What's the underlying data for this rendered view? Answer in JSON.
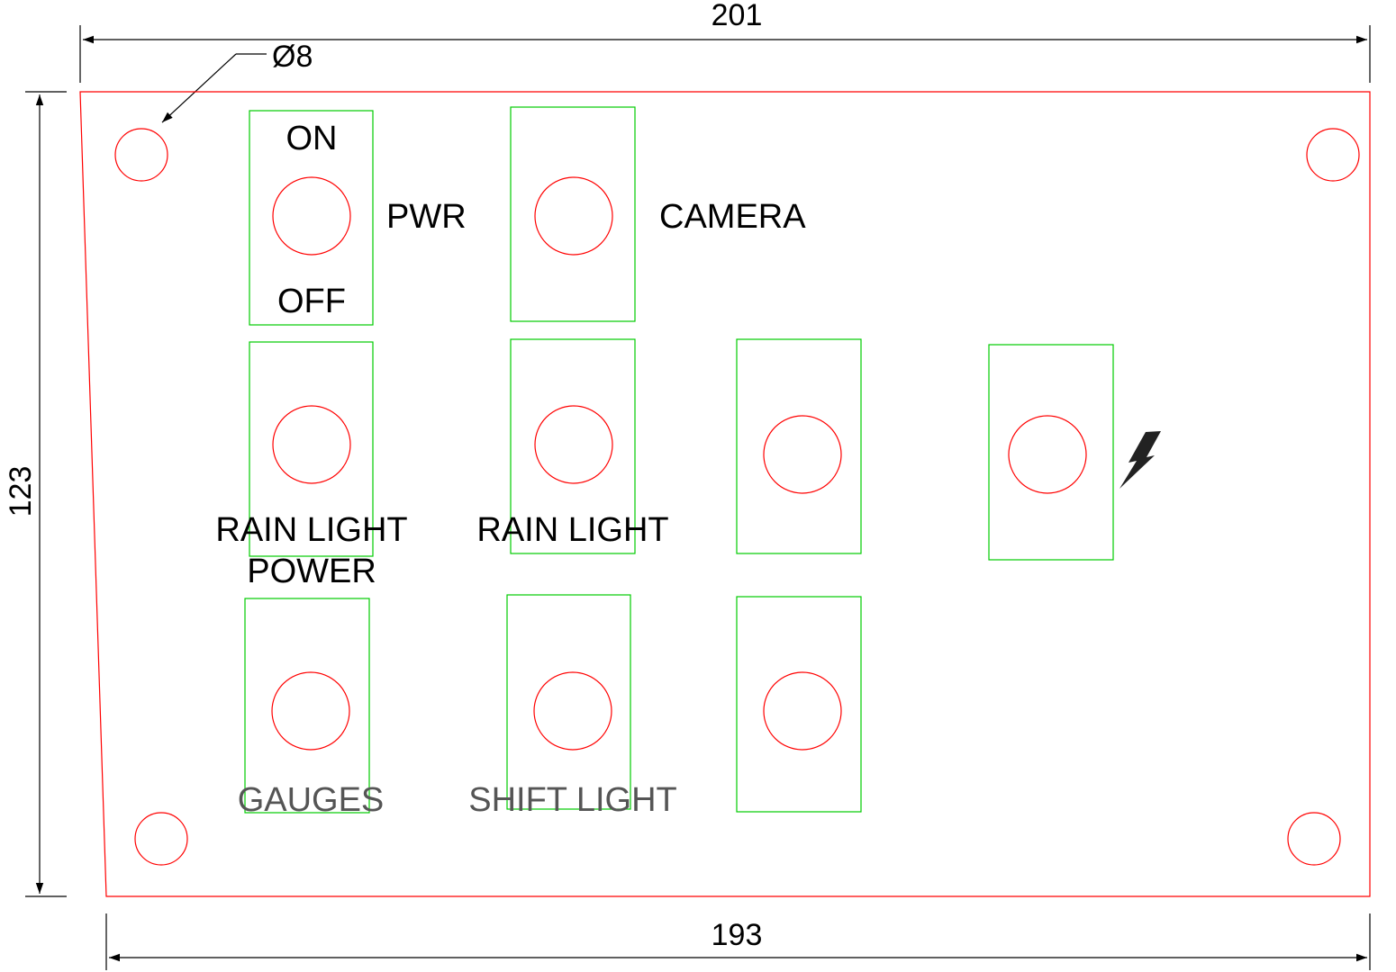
{
  "dimensions": {
    "top_width": "201",
    "bottom_width": "193",
    "height": "123",
    "hole_diameter": "Ø8"
  },
  "labels": {
    "on": "ON",
    "off": "OFF",
    "pwr": "PWR",
    "camera": "CAMERA",
    "rain_light_power_1": "RAIN LIGHT",
    "rain_light_power_2": "POWER",
    "rain_light": "RAIN LIGHT",
    "gauges": "GAUGES",
    "shift_light": "SHIFT LIGHT"
  },
  "colors": {
    "panel_outline": "#ff0000",
    "switch_cutout": "#00cc00",
    "dimension_line": "#000000"
  },
  "icons": {
    "lightning": "lightning-bolt-icon"
  }
}
